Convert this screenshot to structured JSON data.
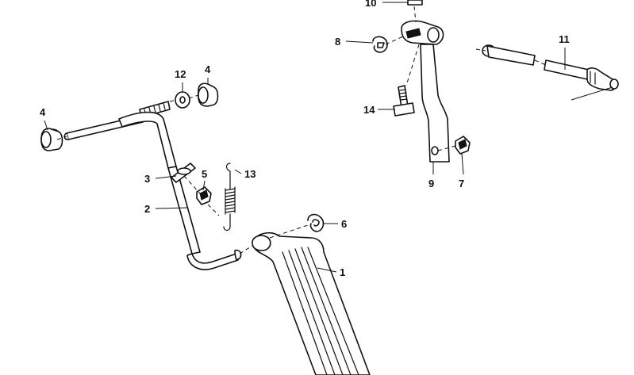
{
  "callouts": {
    "c1": "1",
    "c2": "2",
    "c3": "3",
    "c4a": "4",
    "c4b": "4",
    "c5": "5",
    "c6": "6",
    "c7": "7",
    "c8": "8",
    "c9": "9",
    "c10": "10",
    "c11": "11",
    "c12": "12",
    "c13": "13",
    "c14": "14"
  },
  "colors": {
    "line": "#111111",
    "background": "#ffffff"
  }
}
